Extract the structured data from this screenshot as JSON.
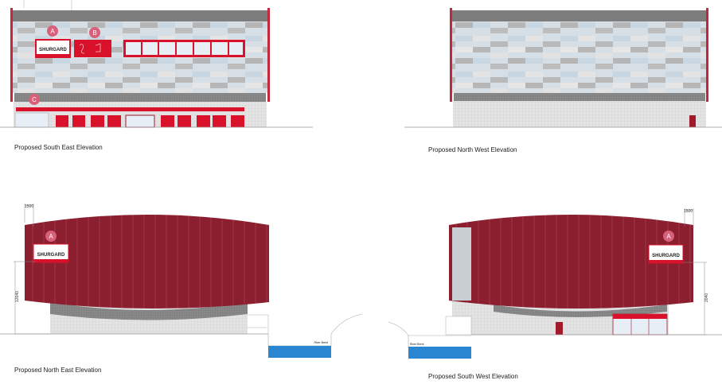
{
  "elevations": {
    "south_east": {
      "caption": "Proposed South East Elevation",
      "markers": [
        "A",
        "B",
        "C"
      ],
      "sign_text": "SHURGARD"
    },
    "north_west": {
      "caption": "Proposed North West Elevation"
    },
    "north_east": {
      "caption": "Proposed North East Elevation",
      "marker": "A",
      "sign_text": "SHURGARD",
      "dim_top": "1500",
      "dim_height": "12040",
      "water_label": "River Brent"
    },
    "south_west": {
      "caption": "Proposed South West Elevation",
      "marker": "A",
      "sign_text": "SHURGARD",
      "dim_top": "1500",
      "dim_height": "2040",
      "water_label": "River Brent"
    }
  },
  "colors": {
    "brand_red": "#d9112a",
    "cladding_maroon": "#8b1f30",
    "marker_pink": "#d9607a",
    "water_blue": "#2a86d0"
  }
}
